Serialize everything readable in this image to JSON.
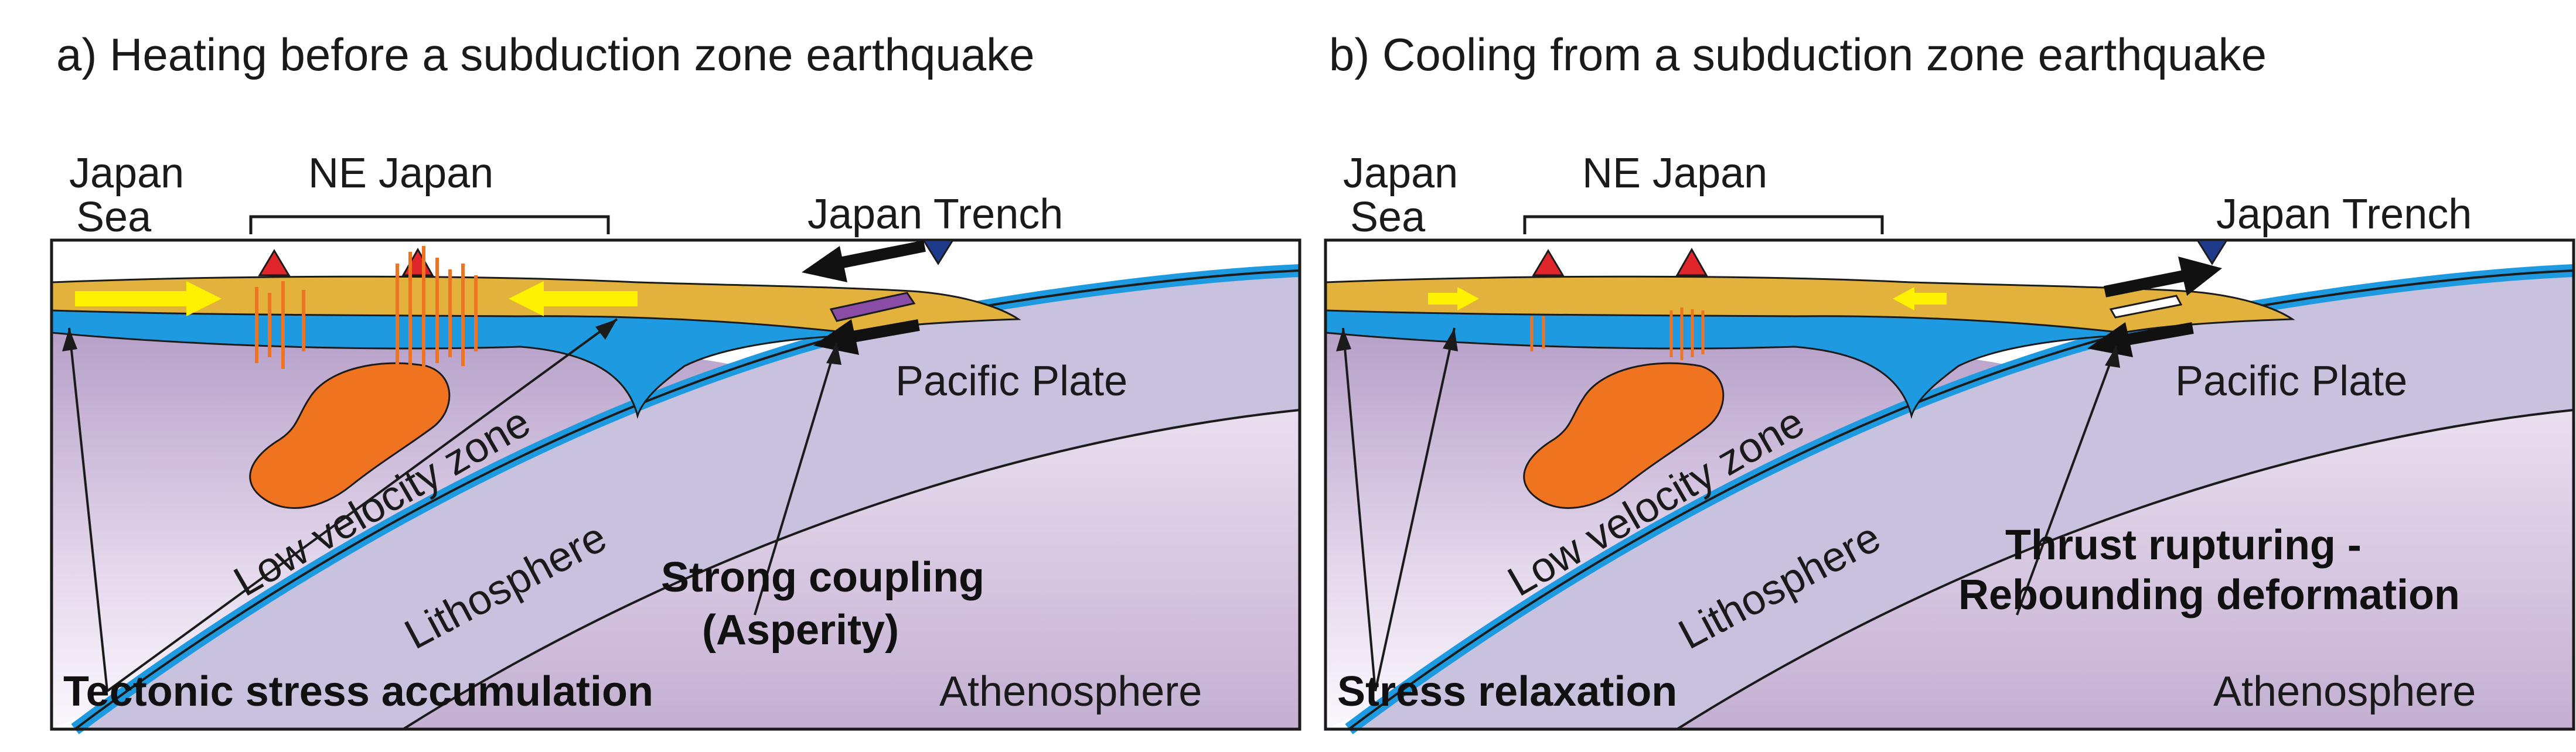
{
  "panels": [
    {
      "title": "a) Heating before a subduction zone earthquake",
      "labels": {
        "japan_sea_1": "Japan",
        "japan_sea_2": "Sea",
        "ne_japan": "NE Japan",
        "japan_trench": "Japan Trench",
        "pacific_plate": "Pacific Plate",
        "low_velocity_zone": "Low velocity zone",
        "lithosphere": "Lithosphere",
        "athenosphere": "Athenosphere",
        "bold_1": "Strong coupling",
        "bold_2": "(Asperity)",
        "bottom_bold": "Tectonic stress accumulation"
      }
    },
    {
      "title": "b) Cooling from a subduction zone earthquake",
      "labels": {
        "japan_sea_1": "Japan",
        "japan_sea_2": "Sea",
        "ne_japan": "NE Japan",
        "japan_trench": "Japan Trench",
        "pacific_plate": "Pacific Plate",
        "low_velocity_zone": "Low velocity zone",
        "lithosphere": "Lithosphere",
        "athenosphere": "Athenosphere",
        "bold_1": "Thrust rupturing -",
        "bold_2": "Rebounding deformation",
        "bottom_bold": "Stress relaxation"
      }
    }
  ],
  "colors": {
    "crust": "#E2B23C",
    "mantle_wedge": "#1E9BE0",
    "pacific_plate": "#C9C2DE",
    "athenosphere": "#C7B3D3",
    "melt": "#F07420",
    "asperity": "#8A4DA6",
    "volcano": "#E0262B",
    "trench_marker": "#1E3A8A",
    "stress_arrow": "#FFF200"
  }
}
